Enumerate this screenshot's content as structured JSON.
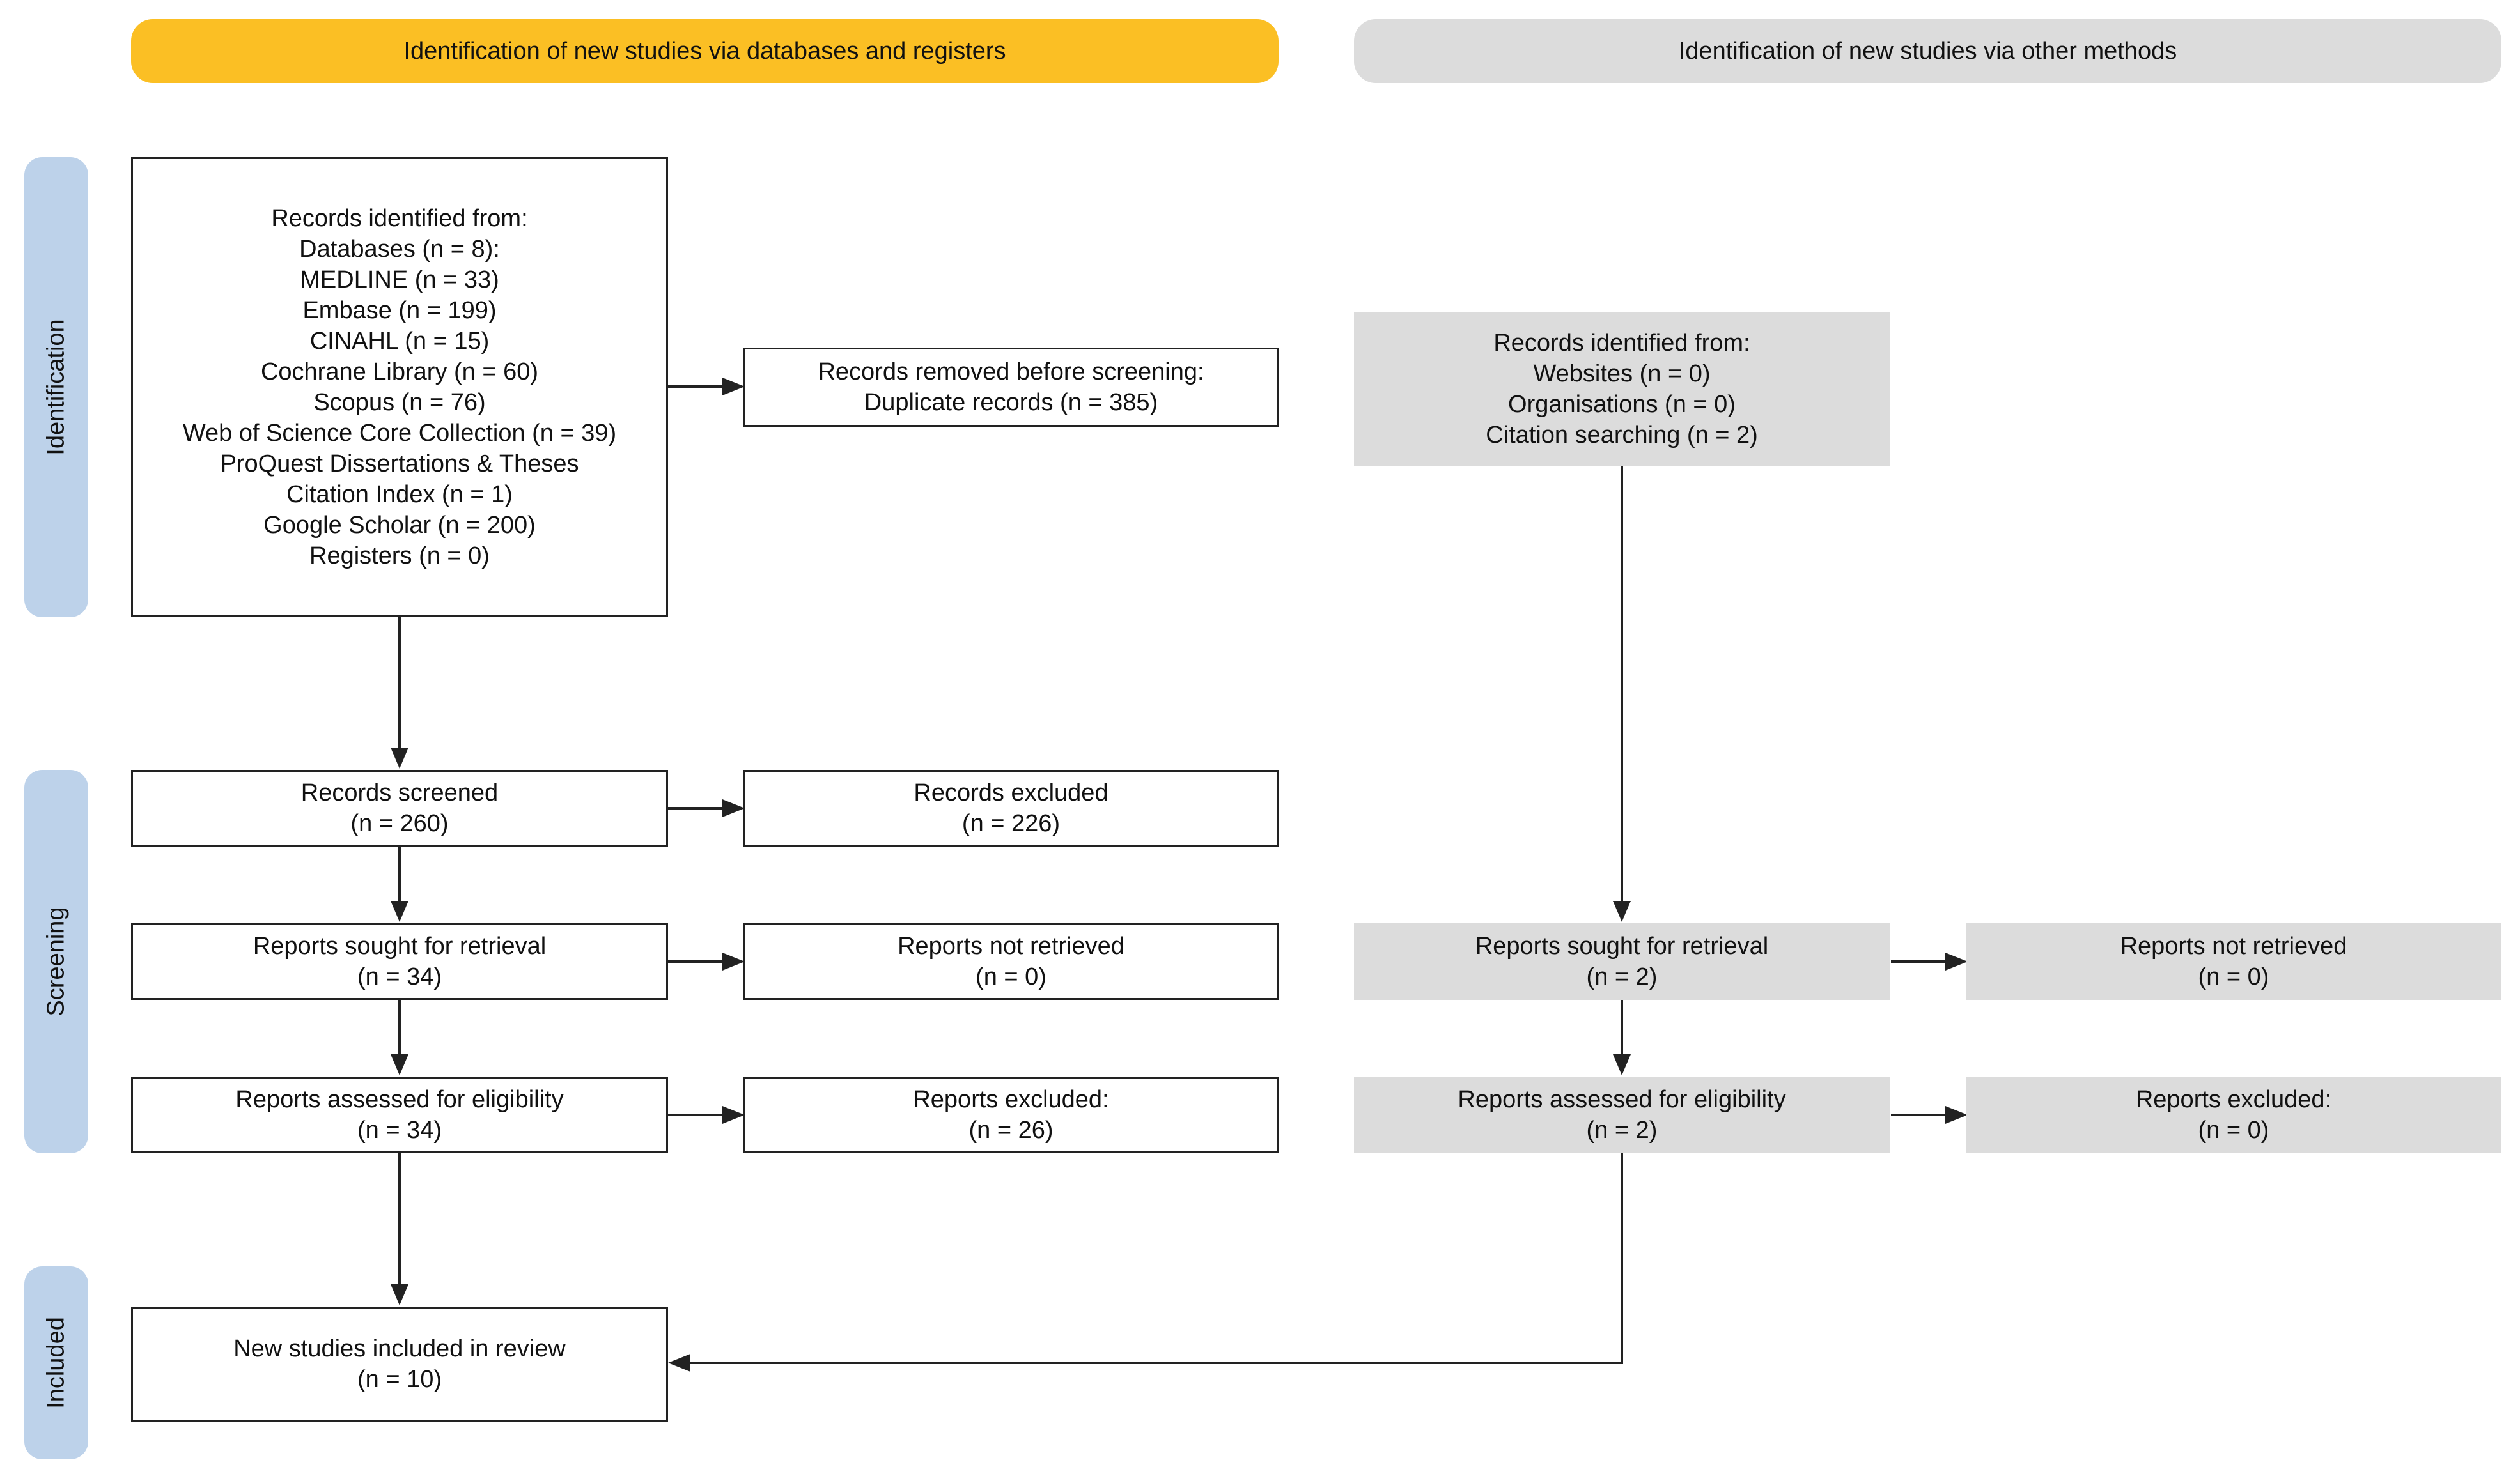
{
  "headers": {
    "databases": "Identification of new studies via databases and registers",
    "other": "Identification of new studies via other methods"
  },
  "phases": {
    "identification": "Identification",
    "screening": "Screening",
    "included": "Included"
  },
  "db": {
    "identified": [
      "Records identified from:",
      "Databases (n = 8):",
      "MEDLINE (n = 33)",
      "Embase (n = 199)",
      "CINAHL (n = 15)",
      "Cochrane Library (n = 60)",
      "Scopus (n = 76)",
      "Web of Science Core Collection (n = 39)",
      "ProQuest Dissertations & Theses",
      "Citation Index (n = 1)",
      "Google Scholar (n = 200)",
      "Registers (n = 0)"
    ],
    "removed": [
      "Records removed before screening:",
      "Duplicate records (n = 385)"
    ],
    "screened": [
      "Records screened",
      "(n = 260)"
    ],
    "excluded": [
      "Records excluded",
      "(n = 226)"
    ],
    "sought": [
      "Reports sought for retrieval",
      "(n = 34)"
    ],
    "not_retrieved": [
      "Reports not retrieved",
      "(n = 0)"
    ],
    "assessed": [
      "Reports assessed for eligibility",
      "(n = 34)"
    ],
    "reports_excluded": [
      "Reports excluded:",
      "(n = 26)"
    ],
    "included": [
      "New studies included in review",
      "(n = 10)"
    ]
  },
  "other": {
    "identified": [
      "Records identified from:",
      "Websites (n = 0)",
      "Organisations (n = 0)",
      "Citation searching (n = 2)"
    ],
    "sought": [
      "Reports sought for retrieval",
      "(n = 2)"
    ],
    "not_retrieved": [
      "Reports not retrieved",
      "(n = 0)"
    ],
    "assessed": [
      "Reports assessed for eligibility",
      "(n = 2)"
    ],
    "reports_excluded": [
      "Reports excluded:",
      "(n = 0)"
    ]
  },
  "colors": {
    "header_databases": "#fbbf24",
    "header_other": "#dcdcdc",
    "phase_band": "#bdd2ea",
    "grey_box": "#dcdcdc",
    "white_box": "#ffffff",
    "line": "#222222"
  }
}
